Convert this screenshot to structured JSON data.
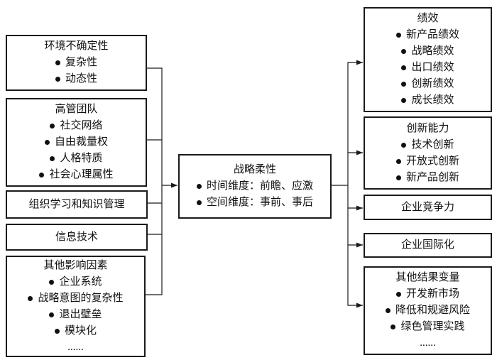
{
  "diagram": {
    "left_boxes": [
      {
        "title": "环境不确定性",
        "items": [
          "复杂性",
          "动态性"
        ]
      },
      {
        "title": "高管团队",
        "items": [
          "社交网络",
          "自由裁量权",
          "人格特质",
          "社会心理属性"
        ]
      },
      {
        "title": "组织学习和知识管理",
        "items": []
      },
      {
        "title": "信息技术",
        "items": []
      },
      {
        "title": "其他影响因素",
        "items": [
          "企业系统",
          "战略意图的复杂性",
          "退出壁垒",
          "模块化",
          "......"
        ]
      }
    ],
    "center_box": {
      "title": "战略柔性",
      "items": [
        "时间维度：前瞻、应激",
        "空间维度：事前、事后"
      ]
    },
    "right_boxes": [
      {
        "title": "绩效",
        "items": [
          "新产品绩效",
          "战略绩效",
          "出口绩效",
          "创新绩效",
          "成长绩效"
        ]
      },
      {
        "title": "创新能力",
        "items": [
          "技术创新",
          "开放式创新",
          "新产品创新"
        ]
      },
      {
        "title": "企业竞争力",
        "items": []
      },
      {
        "title": "企业国际化",
        "items": []
      },
      {
        "title": "其他结果变量",
        "items": [
          "开发新市场",
          "降低和规避风险",
          "绿色管理实践",
          "......"
        ]
      }
    ],
    "colors": {
      "line": "#1a1a1a",
      "box_border": "#1a1a1a",
      "text": "#111111",
      "background": "#ffffff"
    }
  }
}
